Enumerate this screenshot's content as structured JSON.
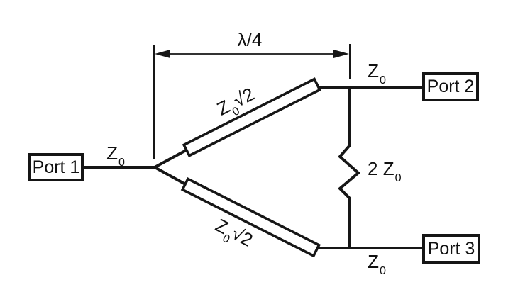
{
  "colors": {
    "line": "#161616",
    "background": "#ffffff"
  },
  "ports": {
    "port1": {
      "label": "Port 1"
    },
    "port2": {
      "label": "Port 2"
    },
    "port3": {
      "label": "Port 3"
    }
  },
  "labels": {
    "feed_impedance": {
      "base": "Z",
      "sub": "0"
    },
    "port2_impedance": {
      "base": "Z",
      "sub": "0"
    },
    "port3_impedance": {
      "base": "Z",
      "sub": "0"
    },
    "quarter_wavelength": "λ/4",
    "upper_line_impedance": {
      "base": "Z",
      "sub": "0",
      "radical": "√2"
    },
    "lower_line_impedance": {
      "base": "Z",
      "sub": "0",
      "radical": "√2"
    },
    "isolation_resistor": {
      "coefficient": "2 ",
      "base": "Z",
      "sub": "0"
    }
  }
}
